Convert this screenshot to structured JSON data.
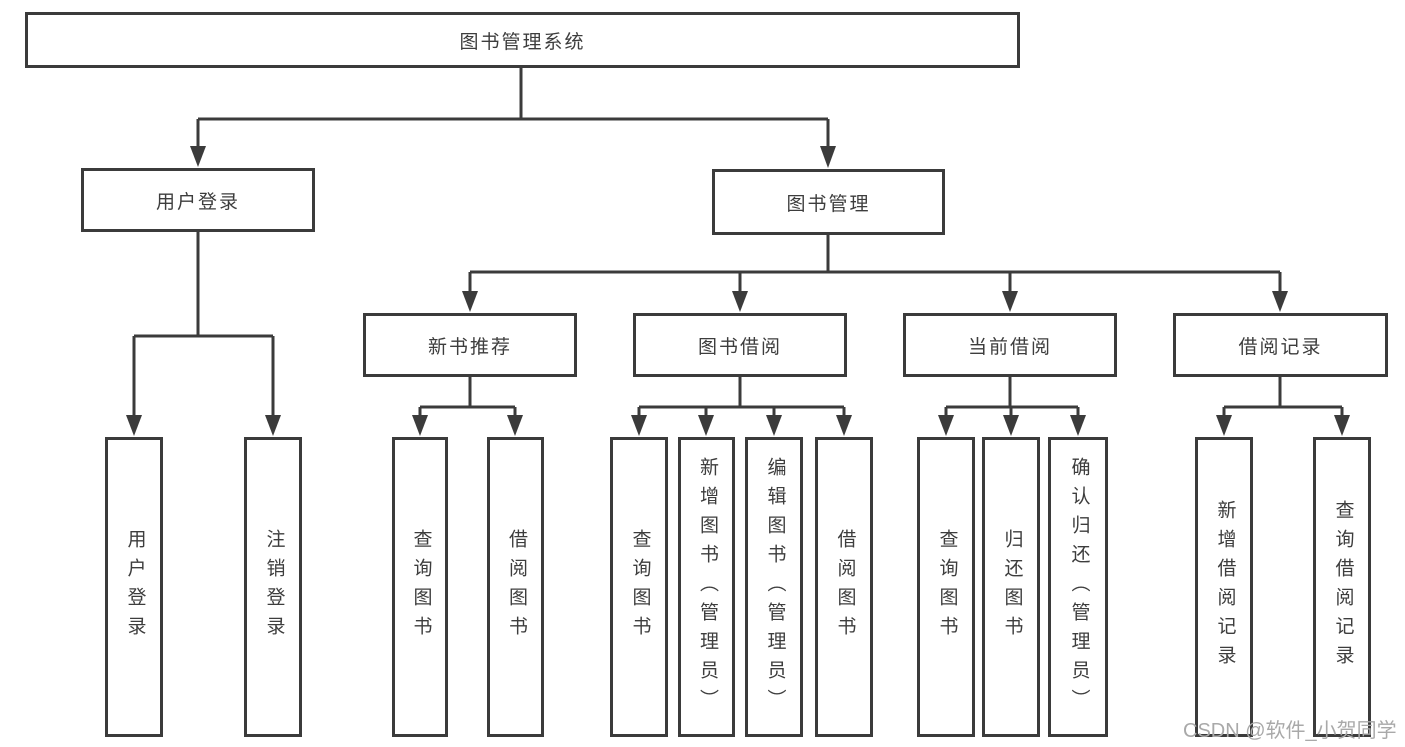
{
  "diagram": {
    "root": {
      "label": "图书管理系统"
    },
    "branches": [
      {
        "label": "用户登录",
        "children": [
          {
            "label": "用户登录"
          },
          {
            "label": "注销登录"
          }
        ]
      },
      {
        "label": "图书管理",
        "children": [
          {
            "label": "新书推荐",
            "children": [
              {
                "label": "查询图书"
              },
              {
                "label": "借阅图书"
              }
            ]
          },
          {
            "label": "图书借阅",
            "children": [
              {
                "label": "查询图书"
              },
              {
                "label": "新增图书（管理员）"
              },
              {
                "label": "编辑图书（管理员）"
              },
              {
                "label": "借阅图书"
              }
            ]
          },
          {
            "label": "当前借阅",
            "children": [
              {
                "label": "查询图书"
              },
              {
                "label": "归还图书"
              },
              {
                "label": "确认归还（管理员）"
              }
            ]
          },
          {
            "label": "借阅记录",
            "children": [
              {
                "label": "新增借阅记录"
              },
              {
                "label": "查询借阅记录"
              }
            ]
          }
        ]
      }
    ],
    "colors": {
      "line": "#3b3b3b",
      "text": "#3d3d3d",
      "background": "#ffffff",
      "watermark": "#a9a9a9"
    }
  },
  "watermark": {
    "text": "CSDN @软件_小贺同学"
  }
}
